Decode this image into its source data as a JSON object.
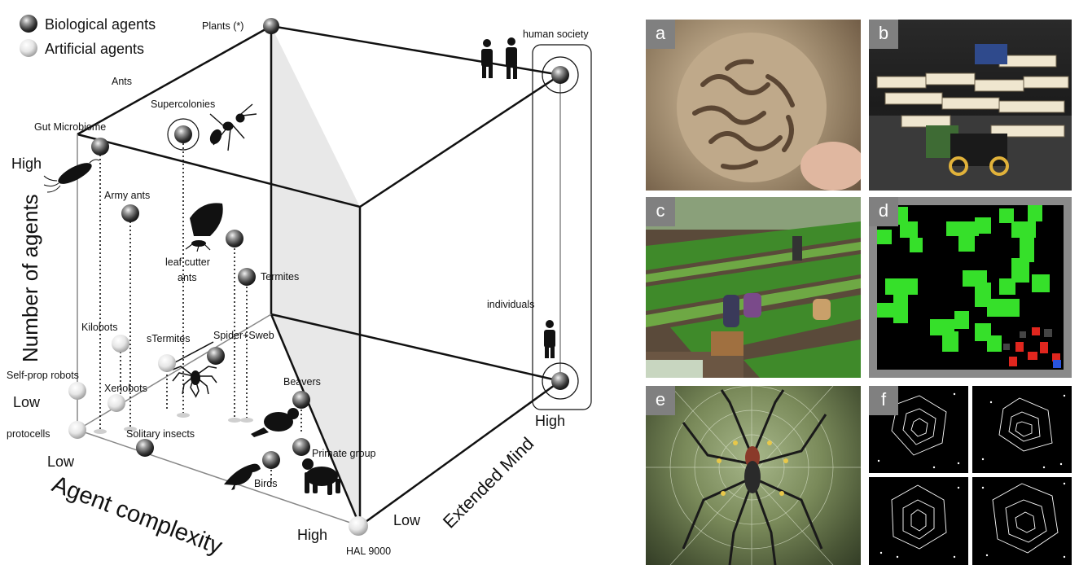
{
  "legend": {
    "biological": "Biological agents",
    "artificial": "Artificial agents"
  },
  "axes": {
    "number_of_agents": "Number of agents",
    "agent_complexity": "Agent complexity",
    "extended_mind": "Extended Mind",
    "low_1": "Low",
    "low_2": "Low",
    "low_3": "Low",
    "high_1": "High",
    "high_2": "High",
    "high_3": "High"
  },
  "nodes": {
    "plants": "Plants (*)",
    "human_society": "human society",
    "ants": "Ants",
    "supercolonies": "Supercolonies",
    "gut_microbiome": "Gut Microbiome",
    "army_ants": "Army ants",
    "leaf_cutter": "leaf cutter\nants",
    "termites": "Termites",
    "kilobots": "Kilobots",
    "stermites": "sTermites",
    "spider_web": "Spider+Sweb",
    "individuals": "individuals",
    "self_prop": "Self-prop robots",
    "xenobots": "Xenobots",
    "beavers": "Beavers",
    "protocells": "protocells",
    "solitary_insects": "Solitary insects",
    "primate_group": "Primate group",
    "birds": "Birds",
    "hal": "HAL 9000"
  },
  "panels": [
    "a",
    "b",
    "c",
    "d",
    "e",
    "f"
  ],
  "colors": {
    "biological_sphere": "#3a3a3a",
    "artificial_sphere": "#e8e8e8",
    "plane_fill": "#e8e8e8",
    "panel_label_bg": "#808080",
    "grid_green": "#36e02a",
    "grid_red": "#e0261e"
  },
  "icons": {
    "human_society": "two-humans-icon",
    "individuals": "human-icon",
    "supercolonies": "ant-icon",
    "gut_microbiome": "microbe-icon",
    "leaf_cutter": "leaf-cutter-ant-icon",
    "spider": "spider-icon",
    "beavers": "beaver-icon",
    "birds": "bird-icon",
    "primate_group": "chimpanzee-icon"
  }
}
